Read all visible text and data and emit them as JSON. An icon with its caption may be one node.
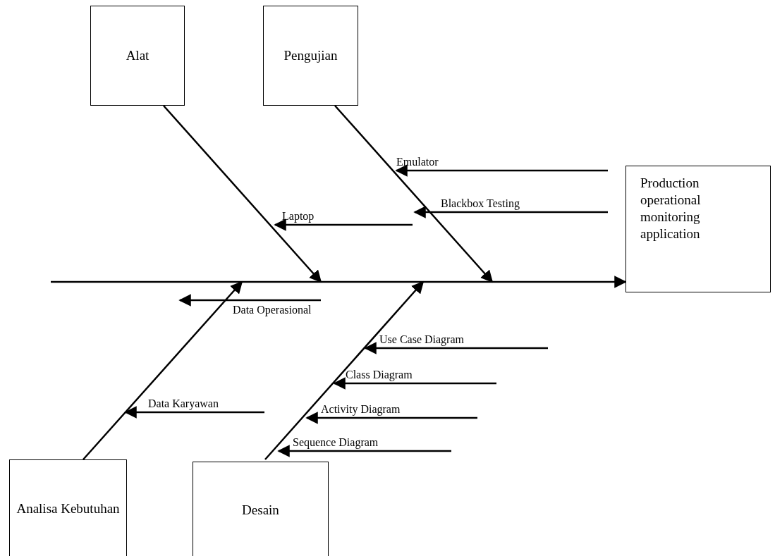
{
  "diagram": {
    "nodes": [
      {
        "text": [
          "Alat"
        ]
      },
      {
        "text": [
          "Pengujian"
        ]
      },
      {
        "text": [
          "Production operational monitoring application"
        ]
      },
      {
        "text": [
          "Analisa Kebutuhan"
        ]
      },
      {
        "text": [
          "Desain"
        ]
      }
    ],
    "edges": [
      {
        "from": 0,
        "to": null,
        "arrow": "to"
      },
      {
        "from": 1,
        "to": null,
        "arrow": "to"
      },
      {
        "from": 3,
        "to": null,
        "arrow": "to"
      },
      {
        "from": 4,
        "to": null,
        "arrow": "to"
      },
      {
        "from": null,
        "to": 2,
        "arrow": "to"
      }
    ],
    "labels": [
      "Laptop",
      "Emulator",
      "Blackbox Testing",
      "Data Operasional",
      "Use Case Diagram",
      "Class Diagram",
      "Activity Diagram",
      "Data Karyawan",
      "Sequence Diagram"
    ]
  }
}
